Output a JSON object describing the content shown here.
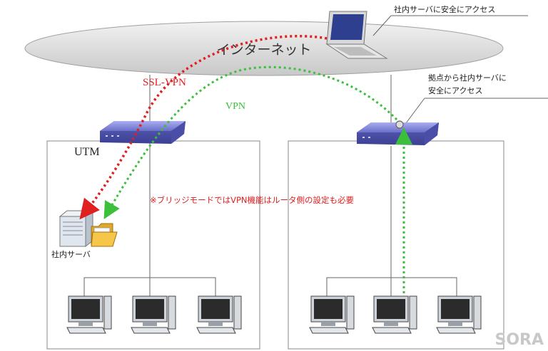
{
  "cloud_label": "インターネット",
  "labels": {
    "ssl_vpn": "SSL-VPN",
    "vpn": "VPN",
    "utm": "UTM",
    "bridge_note": "※ブリッジモードではVPN機能はルータ側の設定も必要",
    "server": "社内サーバ",
    "watermark": "SORA"
  },
  "callouts": {
    "laptop": "社内サーバに安全にアクセス",
    "branch_line1": "拠点から社内サーバに",
    "branch_line2": "安全にアクセス"
  },
  "colors": {
    "ssl_vpn": "#e02020",
    "vpn": "#3cc03c",
    "device": "#6a6fc8",
    "cloud": "#dedede"
  },
  "icons": [
    "laptop-icon",
    "utm-device-icon",
    "router-device-icon",
    "server-icon",
    "folder-icon",
    "desktop-pc-icon"
  ]
}
